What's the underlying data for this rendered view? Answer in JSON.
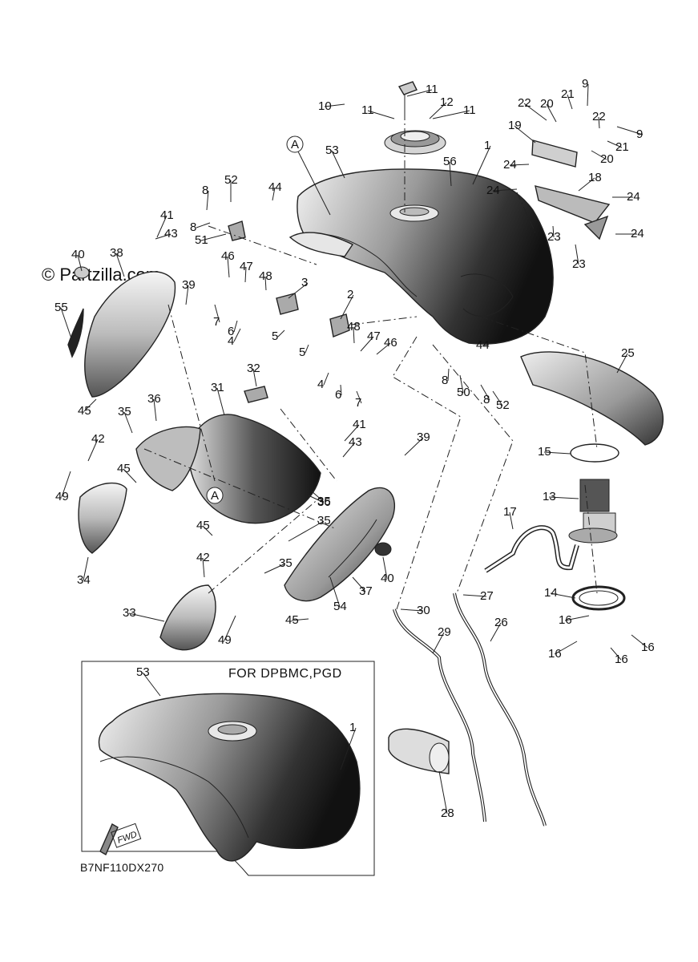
{
  "watermark": "© Partzilla.com",
  "inset_title": "FOR DPBMC,PGD",
  "diagram_code": "B7NF110DX270",
  "fwd_label": "FWD",
  "ref_marker": "A",
  "labels": [
    "1",
    "2",
    "3",
    "4",
    "5",
    "6",
    "7",
    "8",
    "9",
    "10",
    "11",
    "12",
    "13",
    "14",
    "15",
    "16",
    "17",
    "18",
    "19",
    "20",
    "21",
    "22",
    "23",
    "24",
    "25",
    "26",
    "27",
    "28",
    "29",
    "30",
    "31",
    "32",
    "33",
    "34",
    "35",
    "36",
    "37",
    "38",
    "39",
    "40",
    "41",
    "42",
    "43",
    "44",
    "45",
    "46",
    "47",
    "48",
    "49",
    "50",
    "51",
    "52",
    "53",
    "54",
    "55",
    "56"
  ]
}
